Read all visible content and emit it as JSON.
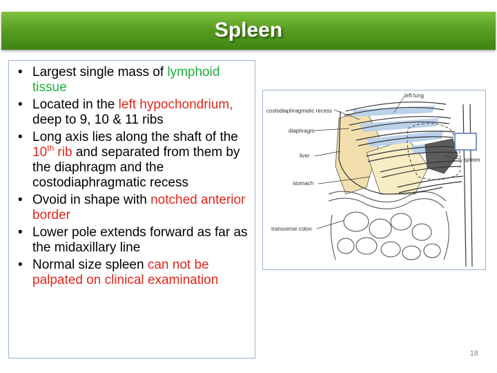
{
  "slide": {
    "title": "Spleen",
    "page_number": "18"
  },
  "bullets": [
    {
      "parts": [
        {
          "text": "Largest single mass of "
        },
        {
          "text": "lymphoid tissue",
          "color": "green"
        }
      ]
    },
    {
      "parts": [
        {
          "text": "Located in the "
        },
        {
          "text": "left hypochondrium,",
          "color": "red"
        },
        {
          "text": " deep to 9, 10 & 11 ribs"
        }
      ]
    },
    {
      "parts": [
        {
          "text": "Long axis lies along the shaft of the "
        },
        {
          "text": "10",
          "color": "red"
        },
        {
          "text": "th",
          "color": "red",
          "sup": true
        },
        {
          "text": " rib",
          "color": "red"
        },
        {
          "text": " and separated from them by the diaphragm and the costodiaphragmatic recess"
        }
      ]
    },
    {
      "parts": [
        {
          "text": "Ovoid in shape with "
        },
        {
          "text": "notched anterior border",
          "color": "red"
        }
      ]
    },
    {
      "parts": [
        {
          "text": "Lower pole extends forward as far as the midaxillary line"
        }
      ]
    },
    {
      "parts": [
        {
          "text": "Normal size spleen "
        },
        {
          "text": "can not be palpated on clinical examination",
          "color": "red"
        }
      ]
    }
  ],
  "colors": {
    "green": "#1fad3b",
    "red": "#e1261c",
    "title_bar": "#5a9f22"
  },
  "figure": {
    "labels": {
      "left_lung": "left lung",
      "costodiaphragmatic_recess": "costodiaphragmatic recess",
      "diaphragm": "diaphragm",
      "liver": "liver",
      "spleen": "spleen",
      "stomach": "stomach",
      "transverse_colon": "transverse colon"
    }
  }
}
